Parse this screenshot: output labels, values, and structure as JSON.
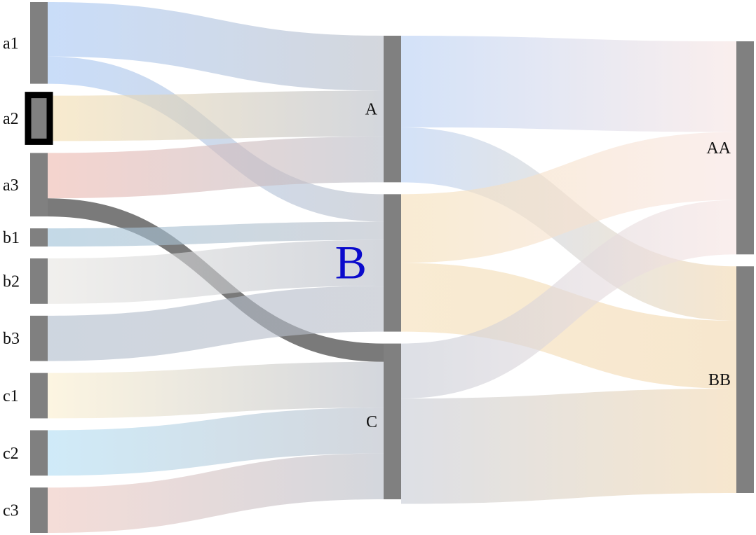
{
  "chart_data": {
    "type": "sankey",
    "nodes": [
      {
        "id": "a1",
        "label": "a1",
        "column": 0,
        "value": 9
      },
      {
        "id": "a2",
        "label": "a2",
        "column": 0,
        "value": 5,
        "highlighted": true
      },
      {
        "id": "a3",
        "label": "a3",
        "column": 0,
        "value": 7
      },
      {
        "id": "b1",
        "label": "b1",
        "column": 0,
        "value": 2
      },
      {
        "id": "b2",
        "label": "b2",
        "column": 0,
        "value": 5
      },
      {
        "id": "b3",
        "label": "b3",
        "column": 0,
        "value": 5
      },
      {
        "id": "c1",
        "label": "c1",
        "column": 0,
        "value": 5
      },
      {
        "id": "c2",
        "label": "c2",
        "column": 0,
        "value": 5
      },
      {
        "id": "c3",
        "label": "c3",
        "column": 0,
        "value": 5
      },
      {
        "id": "A",
        "label": "A",
        "column": 1,
        "value": 16
      },
      {
        "id": "B",
        "label": "B",
        "column": 1,
        "value": 15,
        "emphasized": true
      },
      {
        "id": "C",
        "label": "C",
        "column": 1,
        "value": 17
      },
      {
        "id": "AA",
        "label": "AA",
        "column": 2,
        "value": 23.5
      },
      {
        "id": "BB",
        "label": "BB",
        "column": 2,
        "value": 25
      }
    ],
    "links": [
      {
        "source": "a1",
        "target": "A",
        "value": 6,
        "color": "#a8c8f5"
      },
      {
        "source": "a1",
        "target": "B",
        "value": 3,
        "color": "#a8c8f5"
      },
      {
        "source": "a2",
        "target": "A",
        "value": 5,
        "color": "#f5dfb0"
      },
      {
        "source": "a3",
        "target": "A",
        "value": 5,
        "color": "#eeb9b0"
      },
      {
        "source": "a3",
        "target": "C",
        "value": 2,
        "color": "#555555",
        "highlighted": true
      },
      {
        "source": "b1",
        "target": "B",
        "value": 2,
        "color": "#9fc2d8"
      },
      {
        "source": "b2",
        "target": "B",
        "value": 5,
        "color": "#e8e6e2"
      },
      {
        "source": "b3",
        "target": "B",
        "value": 5,
        "color": "#b0bccc"
      },
      {
        "source": "c1",
        "target": "C",
        "value": 5,
        "color": "#fbefcf"
      },
      {
        "source": "c2",
        "target": "C",
        "value": 5,
        "color": "#b2def4"
      },
      {
        "source": "c3",
        "target": "C",
        "value": 5,
        "color": "#eec8c0"
      },
      {
        "source": "A",
        "target": "AA",
        "value": 10,
        "color": "#b8d0f4"
      },
      {
        "source": "A",
        "target": "BB",
        "value": 6,
        "color": "#b8d0f4"
      },
      {
        "source": "B",
        "target": "AA",
        "value": 7.5,
        "color": "#f5dfb8"
      },
      {
        "source": "B",
        "target": "BB",
        "value": 7.5,
        "color": "#f5dfb8"
      },
      {
        "source": "C",
        "target": "AA",
        "value": 6,
        "color": "#c8ccd6"
      },
      {
        "source": "C",
        "target": "BB",
        "value": 11.5,
        "color": "#c8ccd6"
      }
    ],
    "target_colors": {
      "AA": "#f7e4e2",
      "BB": "#f2d8b0"
    },
    "node_color": "#808080"
  }
}
